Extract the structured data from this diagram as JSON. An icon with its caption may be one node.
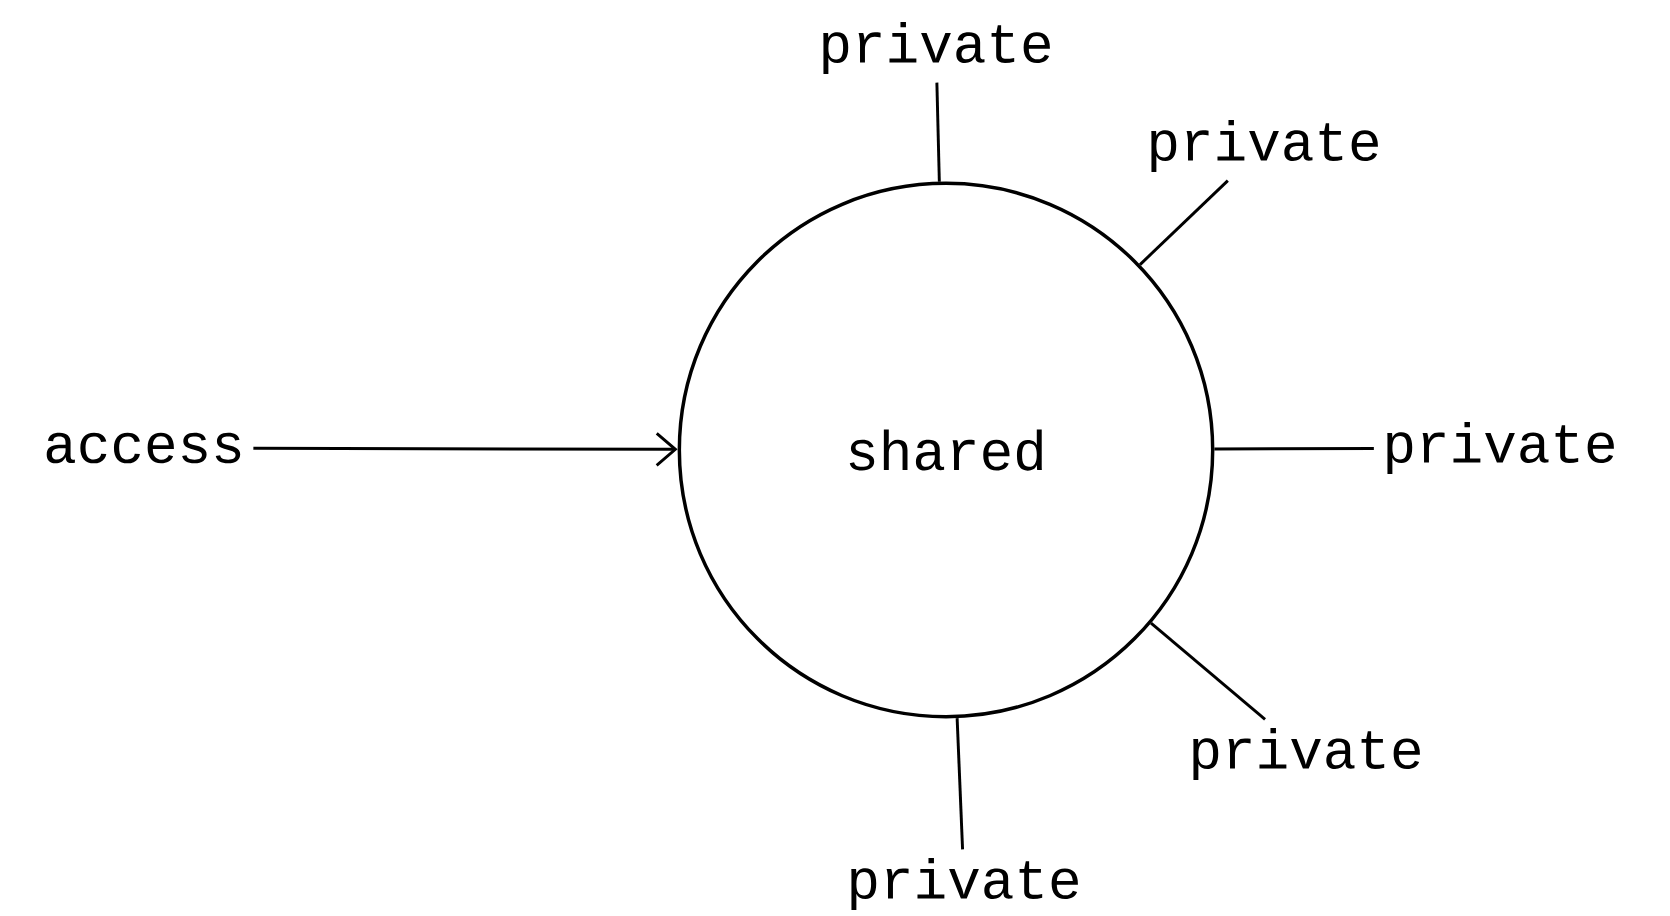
{
  "diagram": {
    "nodes": [
      {
        "text": [
          "shared"
        ]
      },
      {
        "text": [
          "access"
        ]
      },
      {
        "text": [
          "private"
        ]
      },
      {
        "text": [
          "private"
        ]
      },
      {
        "text": [
          "private"
        ]
      },
      {
        "text": [
          "private"
        ]
      },
      {
        "text": [
          "private"
        ]
      }
    ],
    "edges": [
      {
        "from": 1,
        "to": 0,
        "arrow": "to"
      },
      {
        "from": 0,
        "to": 2,
        "arrow": "none"
      },
      {
        "from": 0,
        "to": 3,
        "arrow": "none"
      },
      {
        "from": 0,
        "to": 4,
        "arrow": "none"
      },
      {
        "from": 0,
        "to": 5,
        "arrow": "none"
      },
      {
        "from": 0,
        "to": 6,
        "arrow": "none"
      }
    ]
  }
}
